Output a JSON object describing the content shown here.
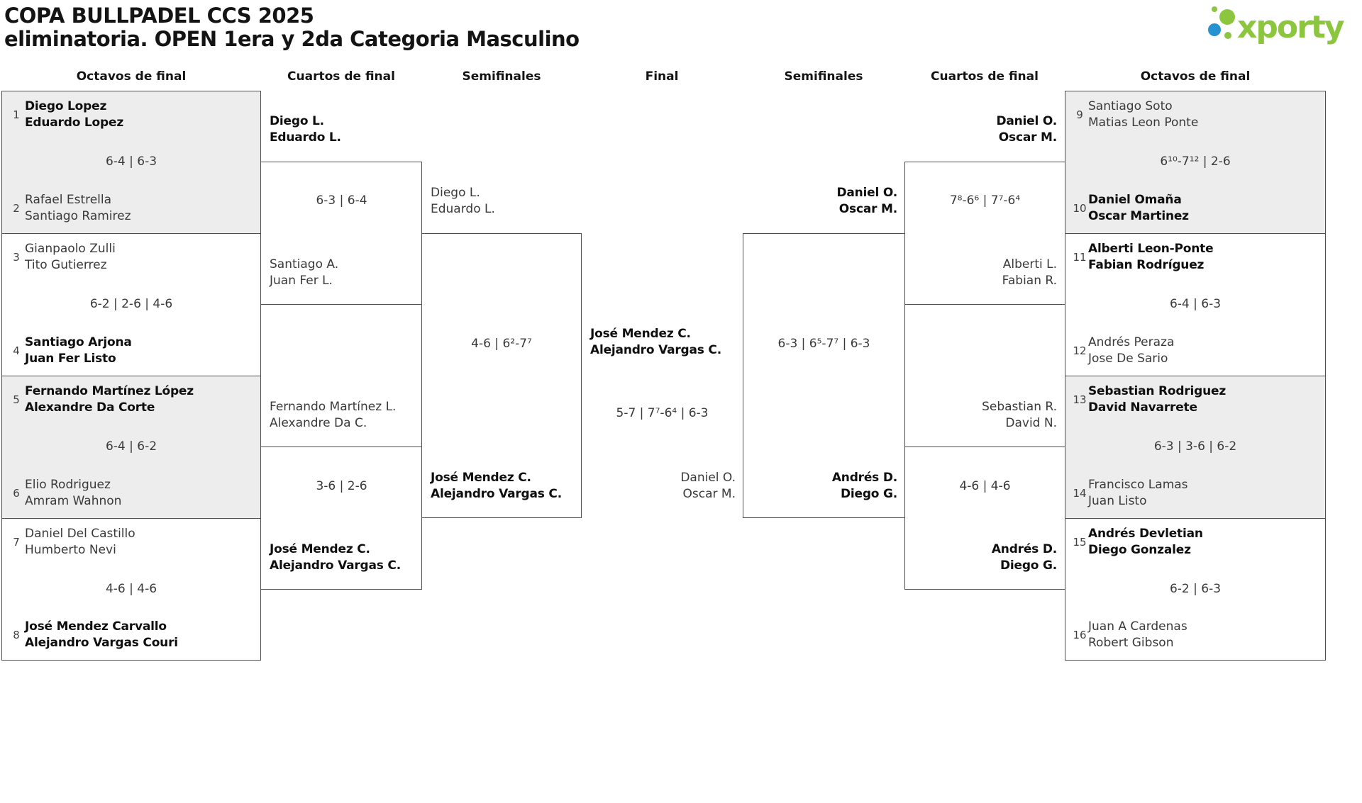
{
  "title": {
    "line1": "COPA BULLPADEL CCS 2025",
    "line2": "eliminatoria. OPEN 1era y 2da Categoria Masculino"
  },
  "logo": {
    "text": "xporty"
  },
  "colors": {
    "logo_green": "#8cc63f",
    "logo_blue": "#2593d2",
    "shaded_row": "#ededed",
    "line": "#4f4f4f"
  },
  "round_headers": {
    "left_octavos": "Octavos de final",
    "left_cuartos": "Cuartos de final",
    "left_semis": "Semifinales",
    "final": "Final",
    "right_semis": "Semifinales",
    "right_cuartos": "Cuartos de final",
    "right_octavos": "Octavos de final"
  },
  "matches": {
    "o1": {
      "seed_a": "1",
      "a1": "Diego Lopez",
      "a2": "Eduardo Lopez",
      "a_bold": true,
      "score": "6-4 | 6-3",
      "seed_b": "2",
      "b1": "Rafael Estrella",
      "b2": "Santiago Ramirez",
      "b_bold": false
    },
    "o2": {
      "seed_a": "3",
      "a1": "Gianpaolo Zulli",
      "a2": "Tito Gutierrez",
      "a_bold": false,
      "score": "6-2 | 2-6 | 4-6",
      "seed_b": "4",
      "b1": "Santiago Arjona",
      "b2": "Juan Fer Listo",
      "b_bold": true
    },
    "o3": {
      "seed_a": "5",
      "a1": "Fernando Martínez López",
      "a2": "Alexandre Da Corte",
      "a_bold": true,
      "score": "6-4 | 6-2",
      "seed_b": "6",
      "b1": "Elio Rodriguez",
      "b2": "Amram Wahnon",
      "b_bold": false
    },
    "o4": {
      "seed_a": "7",
      "a1": "Daniel Del Castillo",
      "a2": "Humberto Nevi",
      "a_bold": false,
      "score": "4-6 | 4-6",
      "seed_b": "8",
      "b1": "José Mendez Carvallo",
      "b2": "Alejandro Vargas Couri",
      "b_bold": true
    },
    "qf1": {
      "a1": "Diego L.",
      "a2": "Eduardo L.",
      "a_bold": true,
      "score": "6-3 | 6-4",
      "b1": "Santiago A.",
      "b2": "Juan Fer L.",
      "b_bold": false
    },
    "qf2": {
      "a1": "Fernando Martínez L.",
      "a2": "Alexandre Da C.",
      "a_bold": false,
      "score": "3-6 | 2-6",
      "b1": "José Mendez C.",
      "b2": "Alejandro Vargas C.",
      "b_bold": true
    },
    "sf1": {
      "a1": "Diego L.",
      "a2": "Eduardo L.",
      "a_bold": false,
      "score": "4-6 | 6²-7⁷",
      "b1": "José Mendez C.",
      "b2": "Alejandro Vargas C.",
      "b_bold": true
    },
    "final": {
      "a1": "José Mendez C.",
      "a2": "Alejandro Vargas C.",
      "a_bold": true,
      "score": "5-7 | 7⁷-6⁴ | 6-3",
      "b1": "Daniel O.",
      "b2": "Oscar M.",
      "b_bold": false
    },
    "sf2": {
      "a1": "Daniel O.",
      "a2": "Oscar M.",
      "a_bold": true,
      "score": "6-3 | 6⁵-7⁷ | 6-3",
      "b1": "Andrés D.",
      "b2": "Diego G.",
      "b_bold": true
    },
    "qf3": {
      "a1": "Daniel O.",
      "a2": "Oscar M.",
      "a_bold": true,
      "score": "7⁸-6⁶ | 7⁷-6⁴",
      "b1": "Alberti L.",
      "b2": "Fabian R.",
      "b_bold": false
    },
    "qf4": {
      "a1": "Sebastian R.",
      "a2": "David N.",
      "a_bold": false,
      "score": "4-6 | 4-6",
      "b1": "Andrés D.",
      "b2": "Diego G.",
      "b_bold": true
    },
    "o5": {
      "seed_a": "9",
      "a1": "Santiago Soto",
      "a2": "Matias Leon Ponte",
      "a_bold": false,
      "score": "6¹⁰-7¹² | 2-6",
      "seed_b": "10",
      "b1": "Daniel Omaña",
      "b2": "Oscar Martinez",
      "b_bold": true
    },
    "o6": {
      "seed_a": "11",
      "a1": "Alberti Leon-Ponte",
      "a2": "Fabian Rodríguez",
      "a_bold": true,
      "score": "6-4 | 6-3",
      "seed_b": "12",
      "b1": "Andrés Peraza",
      "b2": "Jose De Sario",
      "b_bold": false
    },
    "o7": {
      "seed_a": "13",
      "a1": "Sebastian Rodriguez",
      "a2": "David Navarrete",
      "a_bold": true,
      "score": "6-3 | 3-6 | 6-2",
      "seed_b": "14",
      "b1": "Francisco Lamas",
      "b2": "Juan Listo",
      "b_bold": false
    },
    "o8": {
      "seed_a": "15",
      "a1": "Andrés Devletian",
      "a2": "Diego Gonzalez",
      "a_bold": true,
      "score": "6-2 | 6-3",
      "seed_b": "16",
      "b1": "Juan A Cardenas",
      "b2": "Robert Gibson",
      "b_bold": false
    }
  }
}
